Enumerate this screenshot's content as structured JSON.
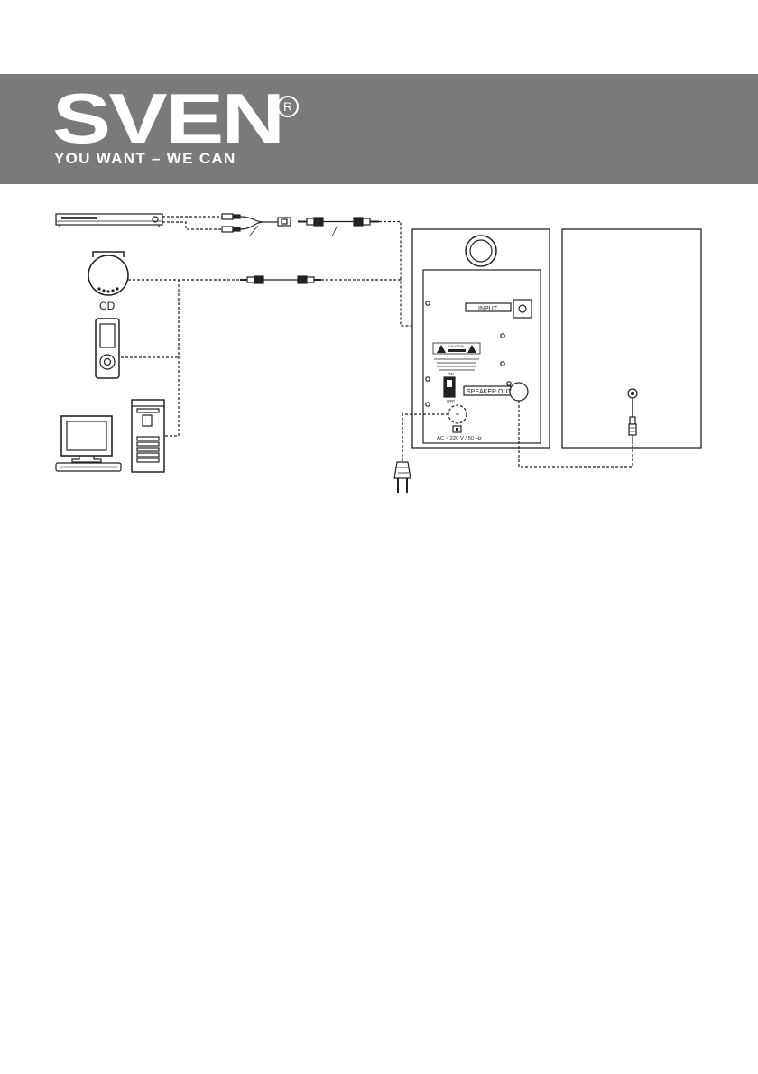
{
  "brand": {
    "name": "SVEN",
    "registered_mark": "R",
    "slogan": "YOU WANT – WE CAN"
  },
  "diagram": {
    "sources": {
      "cd_label": "CD"
    },
    "speaker_panel": {
      "input_label": "INPUT",
      "speaker_out_label": "SPEAKER OUT",
      "caution_title": "CAUTION",
      "power_switch_on": "ON",
      "power_switch_off": "OFF",
      "power_rating": "AC ~ 220 V / 50 Hz"
    }
  },
  "colors": {
    "banner": "#7a7a7a",
    "line": "#222222"
  }
}
